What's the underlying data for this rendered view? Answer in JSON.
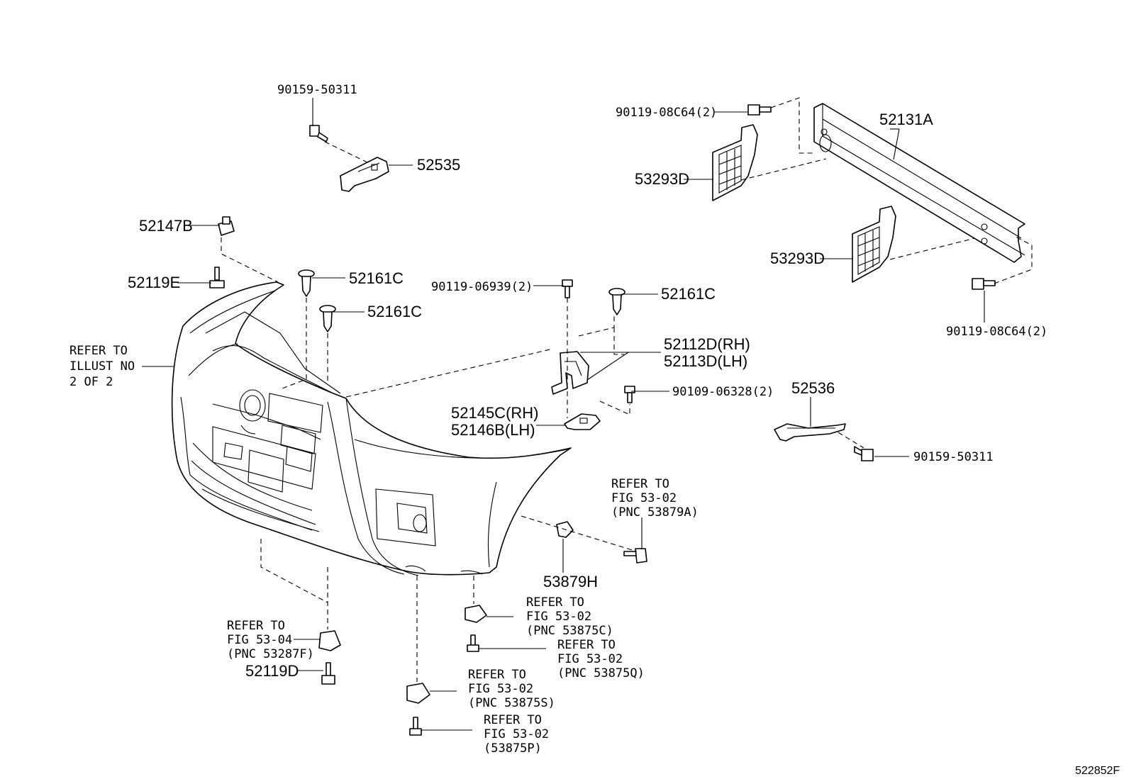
{
  "figure_id": "522852F",
  "labels": {
    "l_90159_top": "90159-50311",
    "l_52535": "52535",
    "l_52147B": "52147B",
    "l_52119E": "52119E",
    "l_52161C_a": "52161C",
    "l_52161C_b": "52161C",
    "l_52161C_c": "52161C",
    "l_90119_06939": "90119-06939(2)",
    "l_52112D": "52112D(RH)",
    "l_52113D": "52113D(LH)",
    "l_90109": "90109-06328(2)",
    "l_52145C": "52145C(RH)",
    "l_52146B": "52146B(LH)",
    "l_90119_08C64_a": "90119-08C64(2)",
    "l_52131A": "52131A",
    "l_53293D_a": "53293D",
    "l_53293D_b": "53293D",
    "l_90119_08C64_b": "90119-08C64(2)",
    "l_52536": "52536",
    "l_90159_right": "90159-50311",
    "l_53879H": "53879H",
    "l_52119D": "52119D"
  },
  "references": {
    "illust_1": "REFER TO",
    "illust_2": "ILLUST NO",
    "illust_3": "2 OF 2",
    "a879_1": "REFER TO",
    "a879_2": "FIG 53-02",
    "a879_3": "(PNC 53879A)",
    "c875_1": "REFER TO",
    "c875_2": "FIG 53-02",
    "c875_3": "(PNC 53875C)",
    "q875_1": "REFER TO",
    "q875_2": "FIG 53-02",
    "q875_3": "(PNC 53875Q)",
    "s875_1": "REFER TO",
    "s875_2": "FIG 53-02",
    "s875_3": "(PNC 53875S)",
    "p875_1": "REFER TO",
    "p875_2": "FIG 53-02",
    "p875_3": "(53875P)",
    "f287_1": "REFER TO",
    "f287_2": "FIG 53-04",
    "f287_3": "(PNC 53287F)"
  }
}
